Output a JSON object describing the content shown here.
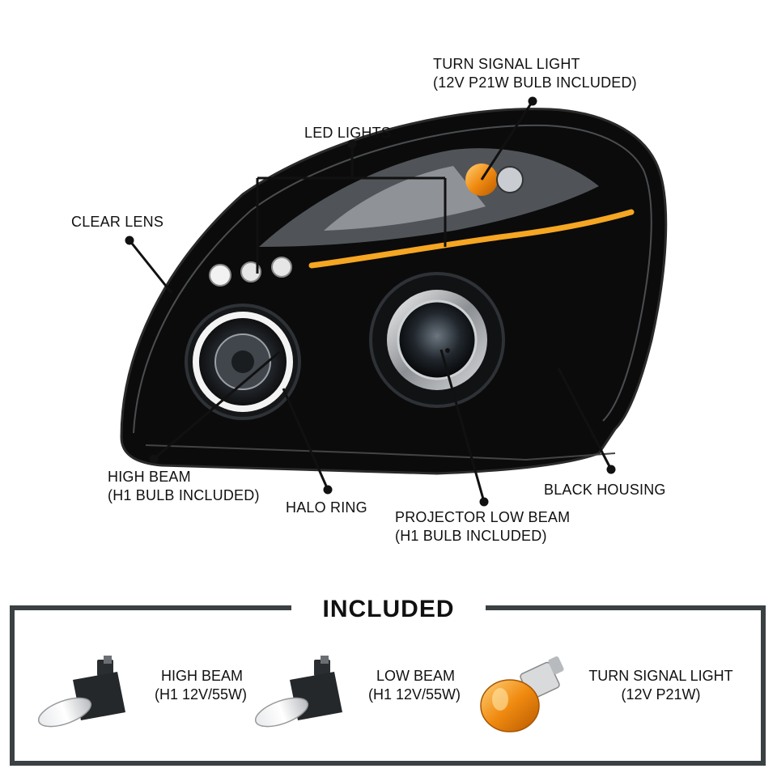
{
  "callouts": {
    "turn_signal": {
      "line1": "TURN SIGNAL LIGHT",
      "line2": "(12V P21W BULB INCLUDED)"
    },
    "led_lights": {
      "line1": "LED LIGHTS"
    },
    "clear_lens": {
      "line1": "CLEAR LENS"
    },
    "high_beam": {
      "line1": "HIGH BEAM",
      "line2": "(H1 BULB INCLUDED)"
    },
    "halo_ring": {
      "line1": "HALO RING"
    },
    "projector_low_beam": {
      "line1": "PROJECTOR LOW BEAM",
      "line2": "(H1 BULB INCLUDED)"
    },
    "black_housing": {
      "line1": "BLACK HOUSING"
    }
  },
  "included": {
    "title": "INCLUDED",
    "items": [
      {
        "line1": "HIGH BEAM",
        "line2": "(H1 12V/55W)",
        "icon": "h1-bulb-icon"
      },
      {
        "line1": "LOW BEAM",
        "line2": "(H1 12V/55W)",
        "icon": "h1-bulb-icon"
      },
      {
        "line1": "TURN SIGNAL LIGHT",
        "line2": "(12V P21W)",
        "icon": "amber-p21w-bulb-icon"
      }
    ]
  },
  "colors": {
    "housing": "#0b0b0b",
    "amber": "#f0a020",
    "frame": "#3b4043",
    "leader": "#111111"
  }
}
